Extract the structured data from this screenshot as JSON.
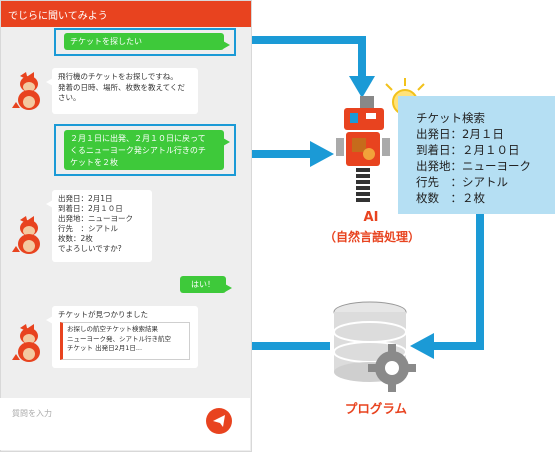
{
  "phone": {
    "header_title": "でじらに聞いてみよう",
    "input_placeholder": "質問を入力"
  },
  "messages": {
    "user1": "チケットを探したい",
    "bot1": [
      "飛行機のチケットをお探しですね。",
      "発着の日時、場所、枚数を教えてくだ",
      "さい。"
    ],
    "user2": [
      "２月１日に出発、２月１０日に戻って",
      "くるニューヨーク発シアトル行きのチ",
      "ケットを２枚"
    ],
    "bot2": [
      "出発日：2月1日",
      "到着日：2月１０日",
      "出発地：ニューヨーク",
      "行先　：シアトル",
      "枚数：2枚",
      "でよろしいですか?"
    ],
    "user3": "はい！",
    "bot3_title": "チケットが見つかりました",
    "bot3_card": [
      "お探しの航空チケット検索結果",
      "ニューヨーク発、シアトル行き航空",
      "チケット 出発日2月1日..."
    ]
  },
  "info_box": {
    "lines": [
      "チケット検索",
      "出発日：2月１日",
      "到着日：２月１０日",
      "出発地：ニューヨーク",
      "行先　：シアトル",
      "枚数　：２枚"
    ]
  },
  "ai": {
    "label": "AI",
    "subtitle": "（自然言語処理）"
  },
  "program": {
    "label": "プログラム"
  },
  "colors": {
    "accent": "#e8431f",
    "arrow": "#1b9ad6",
    "bubble_green": "#3ec93a",
    "info_bg": "#b5dff3"
  }
}
